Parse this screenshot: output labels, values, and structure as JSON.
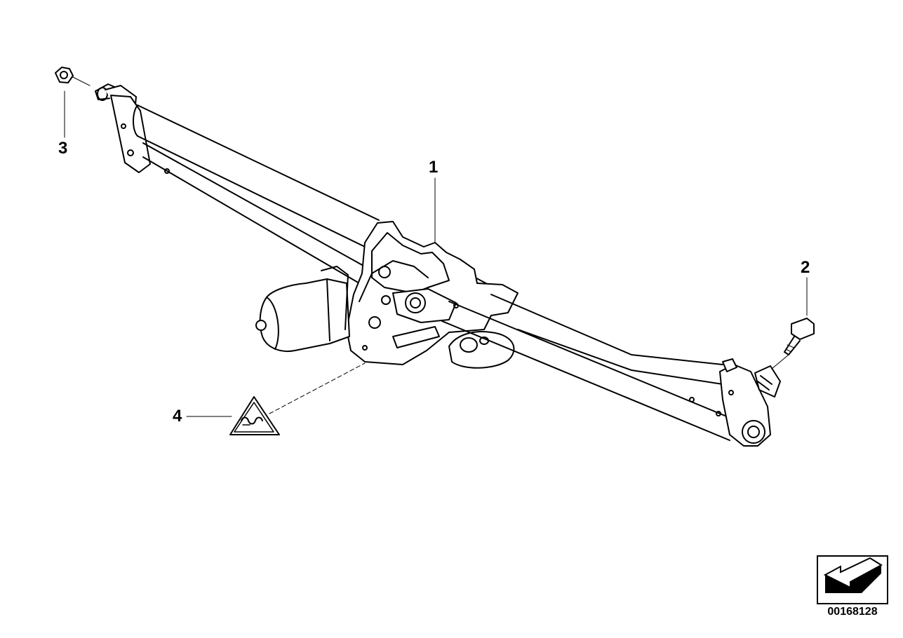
{
  "callouts": {
    "part1": "1",
    "part2": "2",
    "part3": "3",
    "part4": "4"
  },
  "document_number": "00168128",
  "icons": {
    "warning_label": "warning-triangle-icon",
    "orientation": "orientation-arrow-icon"
  }
}
